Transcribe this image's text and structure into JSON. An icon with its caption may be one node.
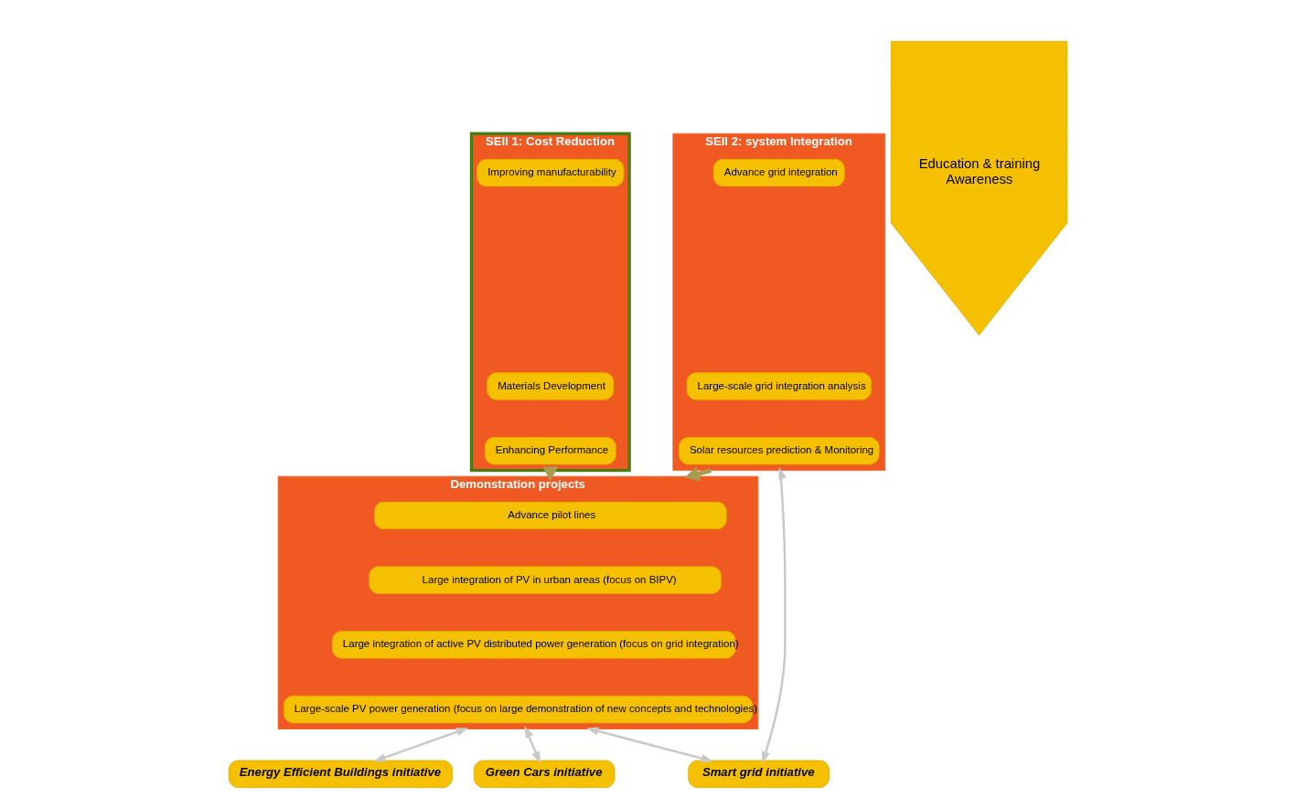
{
  "diagram": {
    "nodes": [
      {
        "text": [
          "SEII 1: Cost Reduction"
        ]
      },
      {
        "text": [
          "Improving manufacturability"
        ],
        "in": 0
      },
      {
        "text": [
          "Materials Development"
        ],
        "in": 0
      },
      {
        "text": [
          "Enhancing Performance"
        ],
        "in": 0
      },
      {
        "text": [
          "SEII 2: system Integration"
        ]
      },
      {
        "text": [
          "Advance grid integration"
        ],
        "in": 4
      },
      {
        "text": [
          "Large-scale grid integration analysis"
        ],
        "in": 4
      },
      {
        "text": [
          "Solar resources prediction & Monitoring"
        ],
        "in": 4
      },
      {
        "text": [
          "Demonstration projects"
        ]
      },
      {
        "text": [
          "Advance pilot lines"
        ],
        "in": 8
      },
      {
        "text": [
          "Large integration of PV in urban areas (focus on BIPV)"
        ],
        "in": 8
      },
      {
        "text": [
          "Large integration of active PV distributed power generation (focus on grid integration)"
        ],
        "in": 8
      },
      {
        "text": [
          "Large-scale PV power generation (focus on large demonstration of new concepts and technologies)"
        ],
        "in": 8
      },
      {
        "text": [
          "Smart grid initiative"
        ]
      },
      {
        "text": [
          "Energy Efficient Buildings initiative"
        ]
      },
      {
        "text": [
          "Green Cars initiative"
        ]
      },
      {
        "text": [
          "Education & training",
          "Awareness"
        ]
      }
    ],
    "edges": [
      {
        "from": 0,
        "to": 8,
        "arrow": "to",
        "style": "thick",
        "color": "#a89c50"
      },
      {
        "from": 4,
        "to": 8,
        "arrow": "to",
        "style": "thick",
        "color": "#a89c50"
      },
      {
        "from": 4,
        "to": 13,
        "arrow": "both"
      },
      {
        "from": 8,
        "to": 13,
        "arrow": "both"
      },
      {
        "from": 8,
        "to": 14,
        "arrow": "both"
      },
      {
        "from": 8,
        "to": 15,
        "arrow": "both"
      }
    ]
  }
}
